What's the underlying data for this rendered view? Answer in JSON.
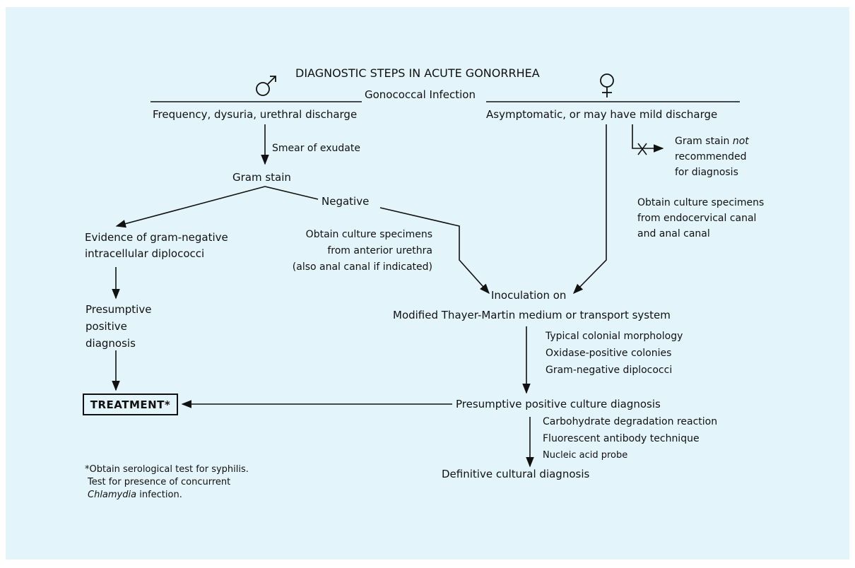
{
  "title": "DIAGNOSTIC STEPS IN ACUTE GONORRHEA",
  "infection_label": "Gonococcal Infection",
  "male": {
    "symptoms": "Frequency, dysuria, urethral discharge",
    "smear": "Smear of exudate",
    "gram_stain": "Gram stain",
    "negative": "Negative",
    "evidence_line1": "Evidence of gram-negative",
    "evidence_line2": "intracellular diplococci",
    "culture_line1": "Obtain culture specimens",
    "culture_line2": "from anterior urethra",
    "culture_line3": "(also anal canal if indicated)",
    "presumptive_line1": "Presumptive",
    "presumptive_line2": "positive",
    "presumptive_line3": "diagnosis"
  },
  "female": {
    "symptoms": "Asymptomatic, or may have mild discharge",
    "gram_line1_prefix": "Gram stain ",
    "gram_line1_emph": "not",
    "gram_line2": "recommended",
    "gram_line3": "for diagnosis",
    "culture_line1": "Obtain culture specimens",
    "culture_line2": "from endocervical canal",
    "culture_line3": "and anal canal"
  },
  "inoculation": "Inoculation on",
  "medium": "Modified Thayer-Martin medium or transport system",
  "tests1": [
    "Typical colonial morphology",
    "Oxidase-positive colonies",
    "Gram-negative diplococci"
  ],
  "presumptive_culture": "Presumptive positive culture diagnosis",
  "tests2": [
    "Carbohydrate degradation reaction",
    "Fluorescent antibody technique",
    "Nucleic acid probe"
  ],
  "definitive": "Definitive cultural diagnosis",
  "treatment": "TREATMENT*",
  "footnote": {
    "line1": "*Obtain serological test for syphilis.",
    "line2": "Test for presence of concurrent",
    "line3_emph": "Chlamydia",
    "line3_rest": " infection."
  }
}
